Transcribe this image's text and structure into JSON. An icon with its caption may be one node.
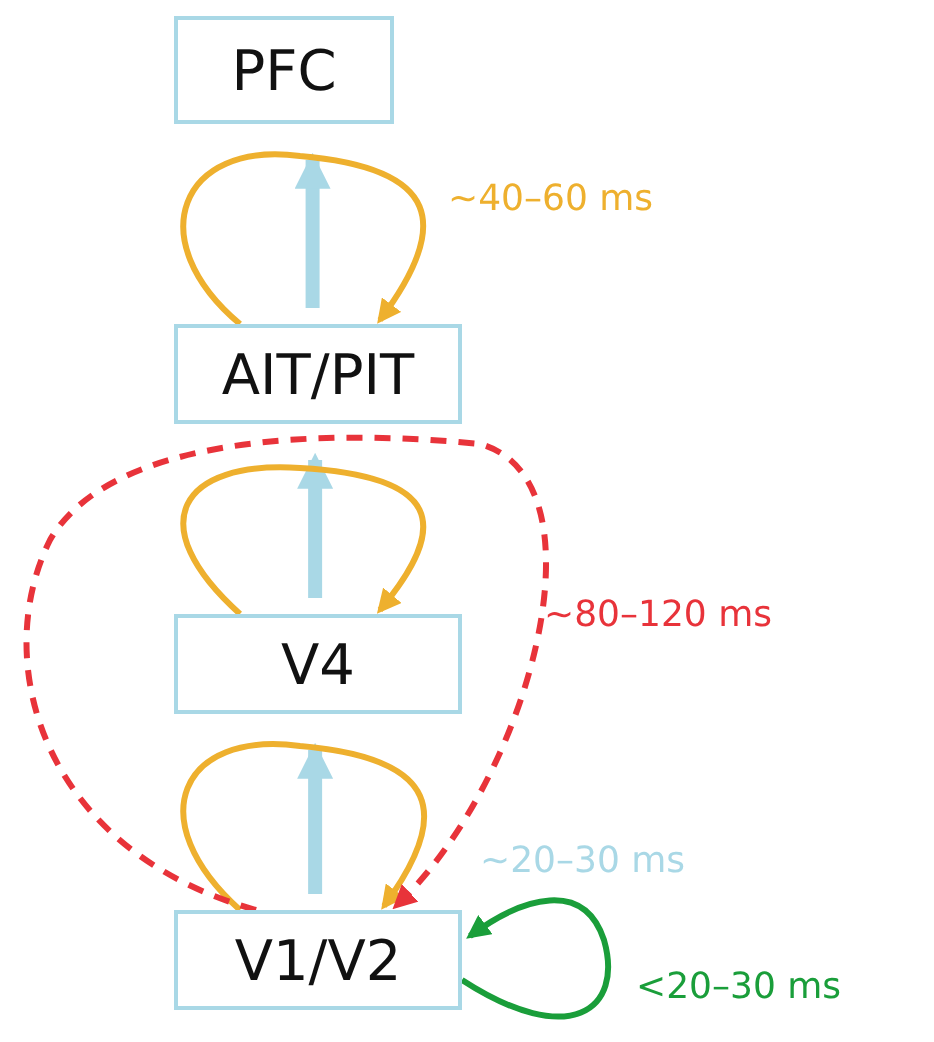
{
  "diagram": {
    "nodes": [
      {
        "text": [
          "PFC"
        ]
      },
      {
        "text": [
          "AIT/PIT"
        ]
      },
      {
        "text": [
          "V4"
        ]
      },
      {
        "text": [
          "V1/V2"
        ]
      }
    ],
    "edges": [
      {
        "from": 3,
        "to": 2,
        "arrow": "to",
        "style": "thick",
        "color": "#a9d8e6"
      },
      {
        "from": 2,
        "to": 1,
        "arrow": "to",
        "style": "thick",
        "color": "#a9d8e6"
      },
      {
        "from": 1,
        "to": 0,
        "arrow": "to",
        "style": "thick",
        "color": "#a9d8e6"
      },
      {
        "from": 1,
        "to": 1,
        "arrow": "to",
        "color": "#eeb02e",
        "label": "~40–60 ms"
      },
      {
        "from": 2,
        "to": 2,
        "arrow": "to",
        "color": "#eeb02e"
      },
      {
        "from": 3,
        "to": 3,
        "arrow": "to",
        "color": "#eeb02e"
      },
      {
        "from": 3,
        "to": 3,
        "arrow": "to",
        "style": "dashed",
        "color": "#e8333a",
        "label": "~80–120 ms"
      },
      {
        "from": 3,
        "to": 3,
        "arrow": "to",
        "color": "#1a9e3a",
        "label": "<20–30 ms"
      }
    ],
    "labels": [
      "~20–30 ms"
    ]
  }
}
